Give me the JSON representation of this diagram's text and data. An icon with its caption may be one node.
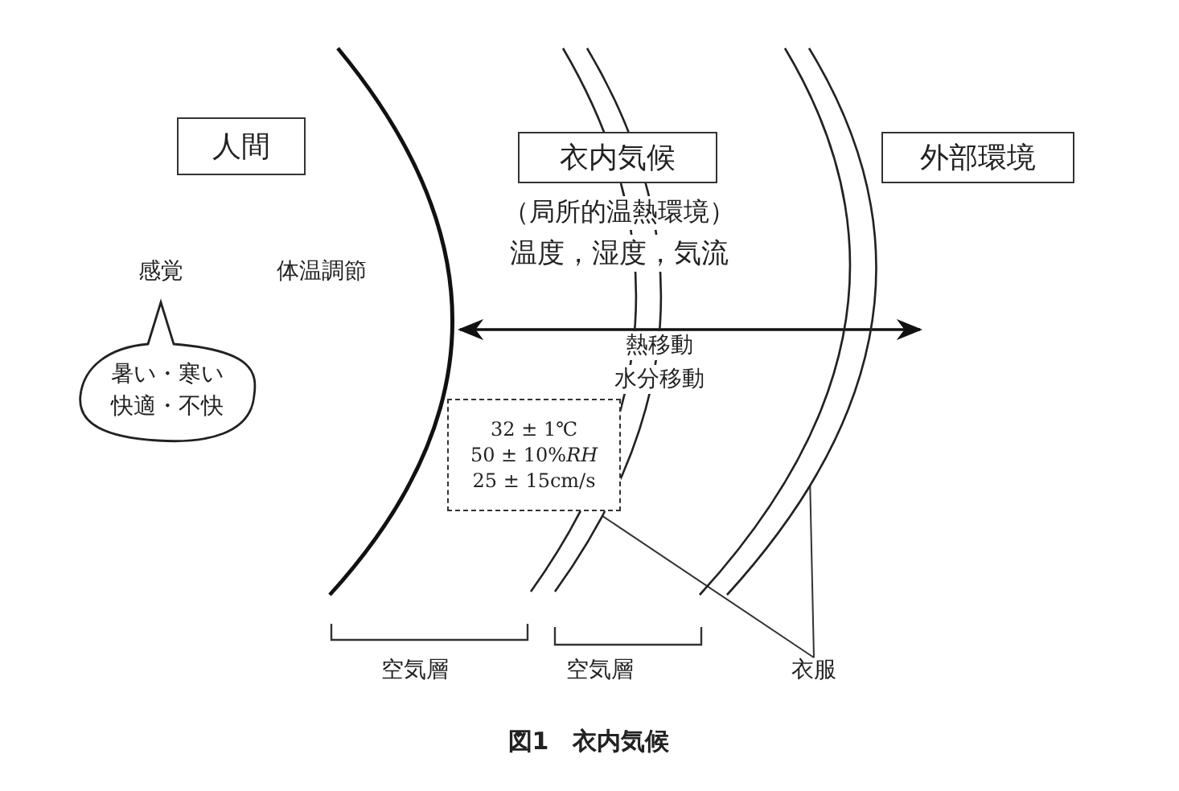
{
  "diagram": {
    "caption": "図1　衣内気候",
    "nodes": [
      {
        "text": [
          "人間"
        ]
      },
      {
        "text": [
          "衣内気候"
        ]
      },
      {
        "text": [
          "外部環境"
        ]
      },
      {
        "text": [
          "暑い・寒い快適・不快"
        ]
      },
      {
        "text": [
          "32 ± 1℃",
          "50 ± 10%*RH*",
          "25 ± 15cm/s"
        ]
      },
      {
        "text": [],
        "shape": "band"
      },
      {
        "text": [],
        "shape": "band"
      },
      {
        "text": [
          "衣服"
        ]
      }
    ],
    "edges": [
      {
        "from": 7,
        "to": 5,
        "arrow": "none"
      },
      {
        "from": 7,
        "to": 6,
        "arrow": "none"
      }
    ],
    "labels": [
      "感覚",
      "体温調節",
      "（局所的温熱環境）",
      "温度，湿度，気流",
      "熱移動",
      "水分移動",
      "空気層",
      "空気層"
    ]
  }
}
